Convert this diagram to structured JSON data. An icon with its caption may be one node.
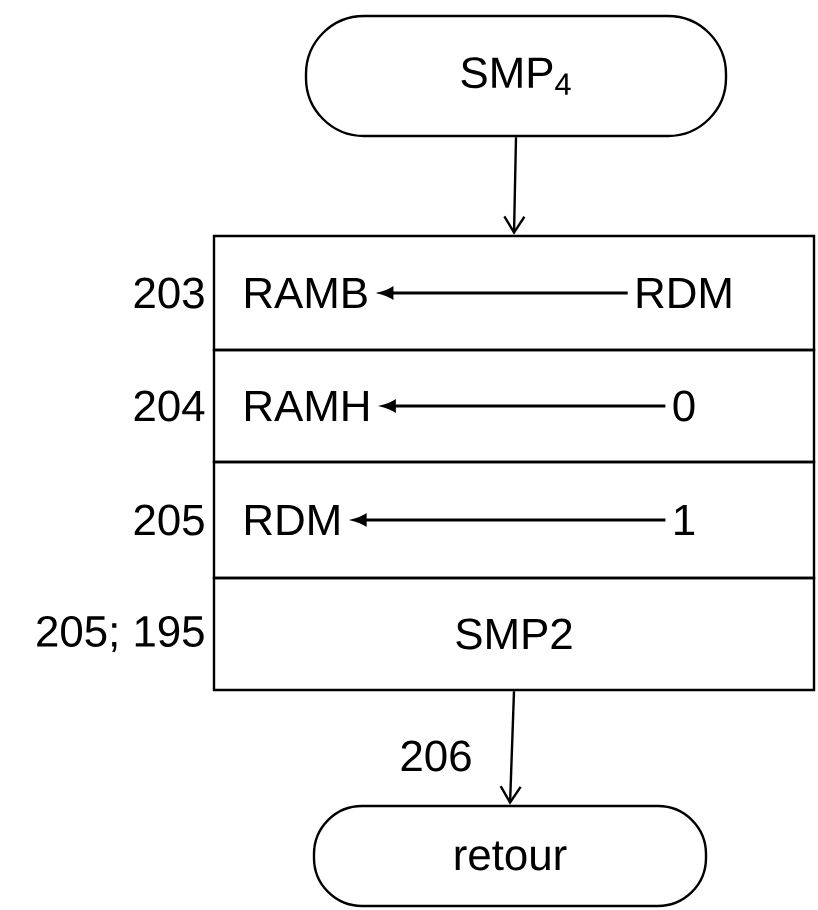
{
  "diagram": {
    "nodes": [
      {
        "text": [
          "SMP$_{4}$"
        ]
      },
      {
        "text": [],
        "shape": "box",
        "beside": [
          "203"
        ]
      },
      {
        "text": [
          "RAMB"
        ],
        "in": 1
      },
      {
        "text": [
          "RDM"
        ],
        "in": 1
      },
      {
        "text": [],
        "shape": "box",
        "beside": [
          "204"
        ]
      },
      {
        "text": [
          "RAMH"
        ],
        "in": 4
      },
      {
        "text": [
          "0"
        ],
        "in": 4
      },
      {
        "text": [],
        "shape": "box",
        "beside": [
          "205"
        ]
      },
      {
        "text": [
          "RDM"
        ],
        "in": 7
      },
      {
        "text": [
          "1"
        ],
        "in": 7
      },
      {
        "text": [
          "SMP2"
        ],
        "beside": [
          "205; 195"
        ]
      },
      {
        "text": [
          "retour"
        ]
      }
    ],
    "edges": [
      {
        "from": 0,
        "to": 1,
        "arrow": "to"
      },
      {
        "from": 3,
        "to": 2,
        "arrow": "to"
      },
      {
        "from": 6,
        "to": 5,
        "arrow": "to"
      },
      {
        "from": 9,
        "to": 8,
        "arrow": "to"
      },
      {
        "from": 10,
        "to": 11,
        "arrow": "to",
        "label": "206"
      }
    ]
  }
}
